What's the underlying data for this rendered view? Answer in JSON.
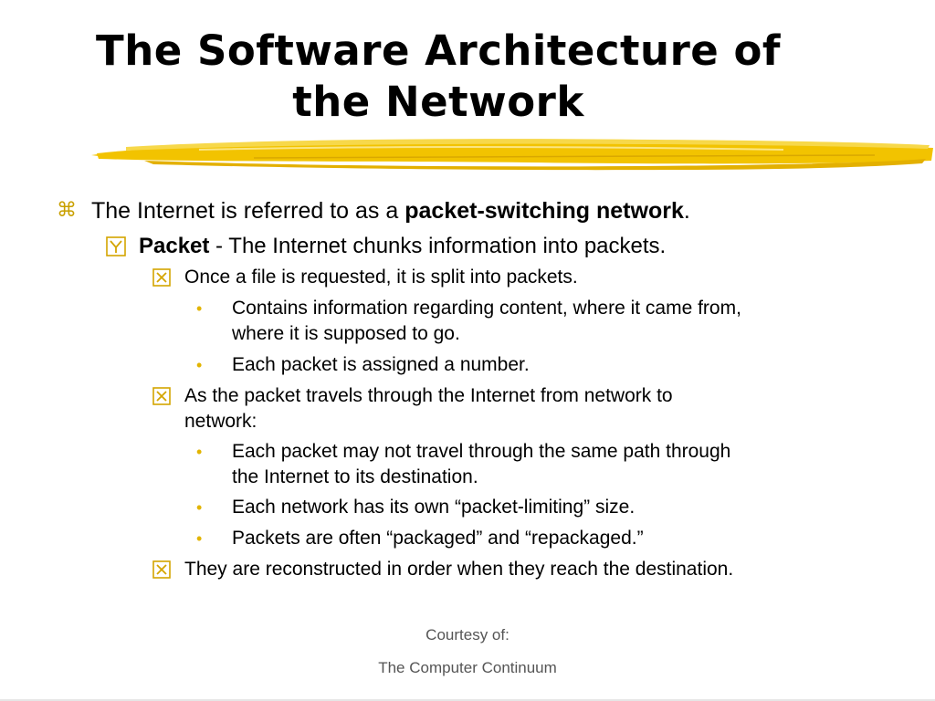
{
  "slide": {
    "title_line1": "The Software Architecture of",
    "title_line2": "the Network",
    "accent_color": "#f2c300",
    "bullets": [
      {
        "icon": "command-icon",
        "pre": "The Internet is referred to as a ",
        "bold": "packet-switching network",
        "post": "."
      },
      {
        "icon": "checkbox-y-icon",
        "bold": "Packet",
        "post": " - The Internet chunks information into packets."
      },
      {
        "icon": "checkbox-x-icon",
        "text": "Once a file is requested, it is split into packets."
      },
      {
        "icon": "dot-icon",
        "text1": "Contains information regarding content, where it came from,",
        "text2": "where it is supposed to go."
      },
      {
        "icon": "dot-icon",
        "text": "Each packet is assigned a number."
      },
      {
        "icon": "checkbox-x-icon",
        "text1": "As the packet travels through the Internet from network to",
        "text2": "network:"
      },
      {
        "icon": "dot-icon",
        "text1": "Each packet may not travel through the same path through",
        "text2": "the Internet to its destination."
      },
      {
        "icon": "dot-icon",
        "text": "Each network has its own “packet-limiting” size."
      },
      {
        "icon": "dot-icon",
        "text": "Packets are often “packaged” and “repackaged.”"
      },
      {
        "icon": "checkbox-x-icon",
        "text": "They are reconstructed in order when they reach the destination."
      }
    ],
    "footer_line1": "Courtesy of:",
    "footer_line2": "The Computer Continuum"
  }
}
